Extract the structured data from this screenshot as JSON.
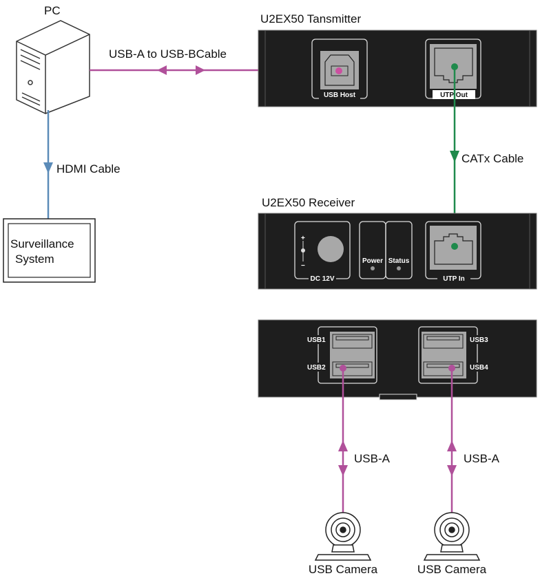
{
  "colors": {
    "usb": "#b0509a",
    "catx": "#1f8a4c",
    "hdmi": "#5b8bb8",
    "device": "#1e1e1e",
    "port": "#a8a8a8"
  },
  "pc": {
    "label": "PC"
  },
  "surveillance": {
    "line1": "Surveillance",
    "line2": "System"
  },
  "cables": {
    "usb_ab": "USB-A to USB-BCable",
    "hdmi": "HDMI Cable",
    "catx": "CATx Cable",
    "usb_a_left": "USB-A",
    "usb_a_right": "USB-A"
  },
  "transmitter": {
    "title": "U2EX50  Tansmitter",
    "usb_host": "USB Host",
    "utp_out": "UTP Out"
  },
  "receiver": {
    "title": "U2EX50  Receiver",
    "dc": "DC 12V",
    "power": "Power",
    "status": "Status",
    "utp_in": "UTP In",
    "plus": "+",
    "minus": "−"
  },
  "hub": {
    "usb1": "USB1",
    "usb2": "USB2",
    "usb3": "USB3",
    "usb4": "USB4"
  },
  "cameras": [
    {
      "label": "USB Camera"
    },
    {
      "label": "USB Camera"
    }
  ]
}
